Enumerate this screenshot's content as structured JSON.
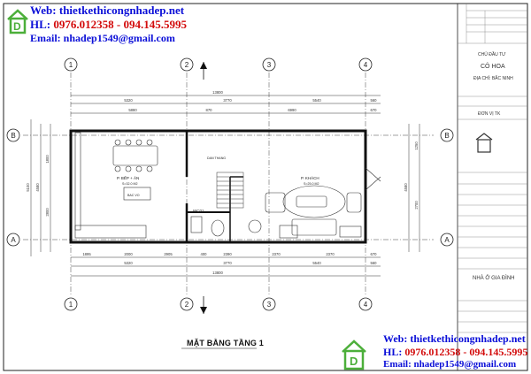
{
  "contact": {
    "web_label": "Web: ",
    "web_url": "thietkethicongnhadep.net",
    "hl_label": "HL: ",
    "hl_numbers": "0976.012358 - 094.145.5995",
    "email_label": "Email: ",
    "email": "nhadep1549@gmail.com"
  },
  "drawing": {
    "title": "MẶT BẰNG TẦNG 1",
    "grid_columns": [
      "1",
      "2",
      "3",
      "4"
    ],
    "grid_rows": [
      "B",
      "A"
    ],
    "top_total": "13800",
    "top_dims_1": [
      "5320",
      "3770",
      "5540",
      "560"
    ],
    "top_dims_2": [
      "5880",
      "870",
      "6990",
      "670"
    ],
    "bottom_dims_1": [
      "1895",
      "2000",
      "2905",
      "400",
      "2390",
      "2370",
      "2370",
      "670"
    ],
    "bottom_dims_2": [
      "5320",
      "3770",
      "5540",
      "560"
    ],
    "bottom_total": "13800",
    "left_dims": [
      "5100",
      "4580",
      "2800",
      "1800"
    ],
    "right_dims": [
      "4580",
      "2700",
      "1250"
    ],
    "rooms": [
      {
        "name": "P. BẾP + ĂN",
        "area": "S=32.0 M2"
      },
      {
        "name": "P. KHÁCH",
        "area": "S=25.0 M2"
      },
      {
        "name": "WC01",
        "area": ""
      }
    ],
    "labels": {
      "stair": "DAN THANG",
      "counter": "BAC VO"
    }
  },
  "title_block": {
    "owner_label": "CHỦ ĐẦU TƯ",
    "owner_name": "CÔ HOA",
    "owner_address": "ĐỊA CHỈ: BẮC NINH",
    "unit_label": "ĐƠN VỊ TK",
    "project": "NHÀ Ở GIA ĐÌNH"
  },
  "colors": {
    "contact_blue": "#0b0fd8",
    "contact_red": "#d30b0b",
    "logo_green": "#4caf3a"
  }
}
